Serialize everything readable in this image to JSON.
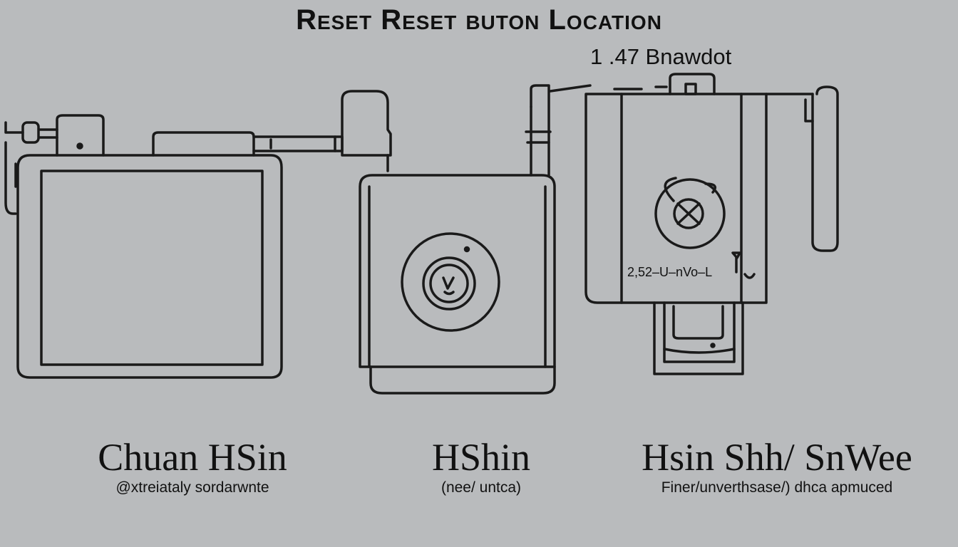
{
  "title": "Reset Reset buton Location",
  "callout": "1 .47 Bnawdot",
  "part_code": "2,52–U–nVo–L",
  "devices": [
    {
      "name": "Chuan  HSin",
      "description": "@xtreiataly sordarwnte"
    },
    {
      "name": "HShin",
      "description": "(nee/ untca)"
    },
    {
      "name": "Hsin Shh/ SnWee",
      "description": "Finer/unverthsase/) dhca apmuced"
    }
  ],
  "colors": {
    "background": "#b9bbbd",
    "stroke": "#1a1a1a"
  }
}
